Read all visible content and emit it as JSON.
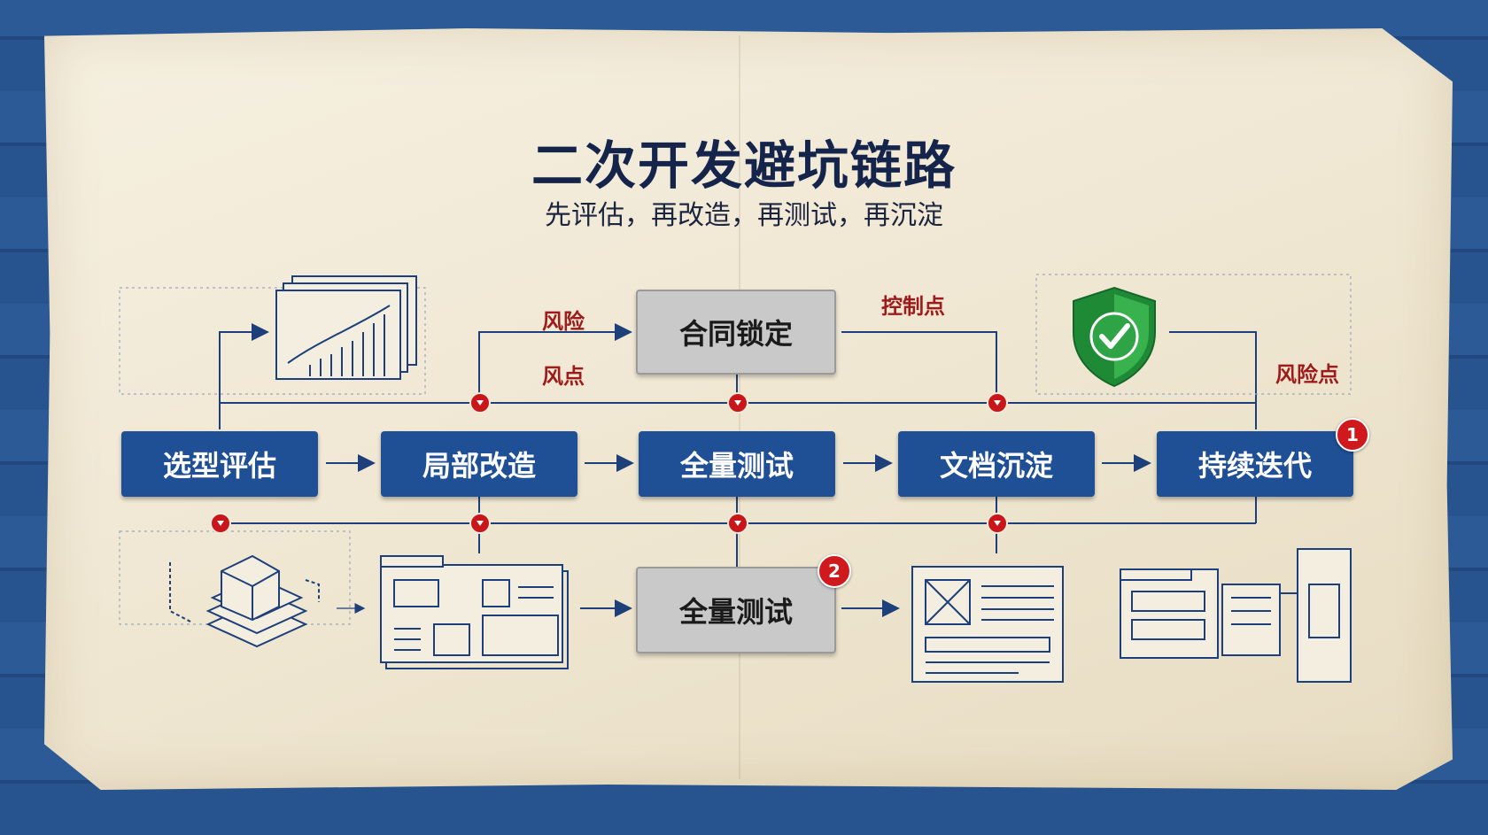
{
  "title": "二次开发避坑链路",
  "subtitle": "先评估，再改造，再测试，再沉淀",
  "main_steps": [
    "选型评估",
    "局部改造",
    "全量测试",
    "文档沉淀",
    "持续迭代"
  ],
  "top_box": "合同锁定",
  "bottom_box": "全量测试",
  "labels": {
    "risk": "风险",
    "risk_point_short": "风点",
    "control_point": "控制点",
    "risk_point": "风险点"
  },
  "badges": [
    "1",
    "2"
  ],
  "icons": [
    "chart-icon",
    "shield-check-icon",
    "cube-stack-icon",
    "window-layout-icon",
    "document-icon",
    "dashboard-icon"
  ],
  "colors": {
    "primary": "#1f4f94",
    "risk": "#c8161b",
    "ink": "#1d3f7a",
    "shield": "#2a9a3e"
  }
}
